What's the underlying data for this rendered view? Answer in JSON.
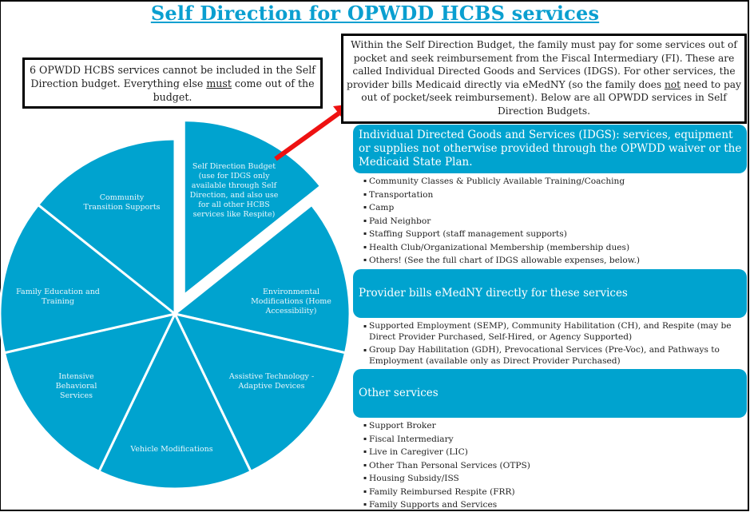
{
  "title": "Self Direction for OPWDD HCBS services",
  "left_note": {
    "before": "6 OPWDD HCBS services cannot be included in the Self Direction budget. Everything else ",
    "underlined": "must",
    "after": " come out of the budget."
  },
  "right_note": {
    "before": "Within the Self Direction Budget, the family must pay for some services out of pocket and seek reimbursement from the Fiscal Intermediary (FI). These are called Individual Directed Goods and Services (IDGS). For other services, the provider bills Medicaid directly via eMedNY (so the family does ",
    "underlined": "not",
    "after": " need to pay out of pocket/seek reimbursement). Below are all OPWDD services in Self Direction Budgets."
  },
  "colors": {
    "accent": "#00a3cf",
    "title": "#0a9fd0",
    "arrow": "#ee1111"
  },
  "pie_slices": [
    {
      "label": "Self Direction Budget (use for IDGS only available through Self Direction, and also use for all other HCBS services like Respite)",
      "exploded": true
    },
    {
      "label": "Environmental Modifications (Home Accessibility)"
    },
    {
      "label": "Assistive Technology - Adaptive Devices"
    },
    {
      "label": "Vehicle Modifications"
    },
    {
      "label": "Intensive Behavioral Services"
    },
    {
      "label": "Family Education and Training"
    },
    {
      "label": "Community Transition Supports"
    }
  ],
  "sections": [
    {
      "heading": "Individual Directed Goods and Services (IDGS): services, equipment or supplies not otherwise provided through the OPWDD waiver or the Medicaid State Plan.",
      "items": [
        "Community Classes & Publicly Available Training/Coaching",
        "Transportation",
        "Camp",
        "Paid Neighbor",
        "Staffing Support (staff management supports)",
        "Health Club/Organizational Membership (membership dues)",
        "Others! (See the full chart of IDGS allowable expenses, below.)"
      ]
    },
    {
      "heading": "Provider bills eMedNY directly for these services",
      "items": [
        "Supported Employment (SEMP), Community Habilitation (CH), and Respite (may be Direct Provider Purchased, Self-Hired, or Agency Supported)",
        "Group Day Habilitation (GDH), Prevocational Services (Pre-Voc), and Pathways to Employment (available only as Direct Provider Purchased)"
      ]
    },
    {
      "heading": "Other services",
      "items": [
        "Support Broker",
        "Fiscal Intermediary",
        "Live in Caregiver (LIC)",
        "Other Than Personal Services (OTPS)",
        "Housing Subsidy/ISS",
        "Family Reimbursed Respite (FRR)",
        "Family Supports and Services"
      ]
    }
  ]
}
